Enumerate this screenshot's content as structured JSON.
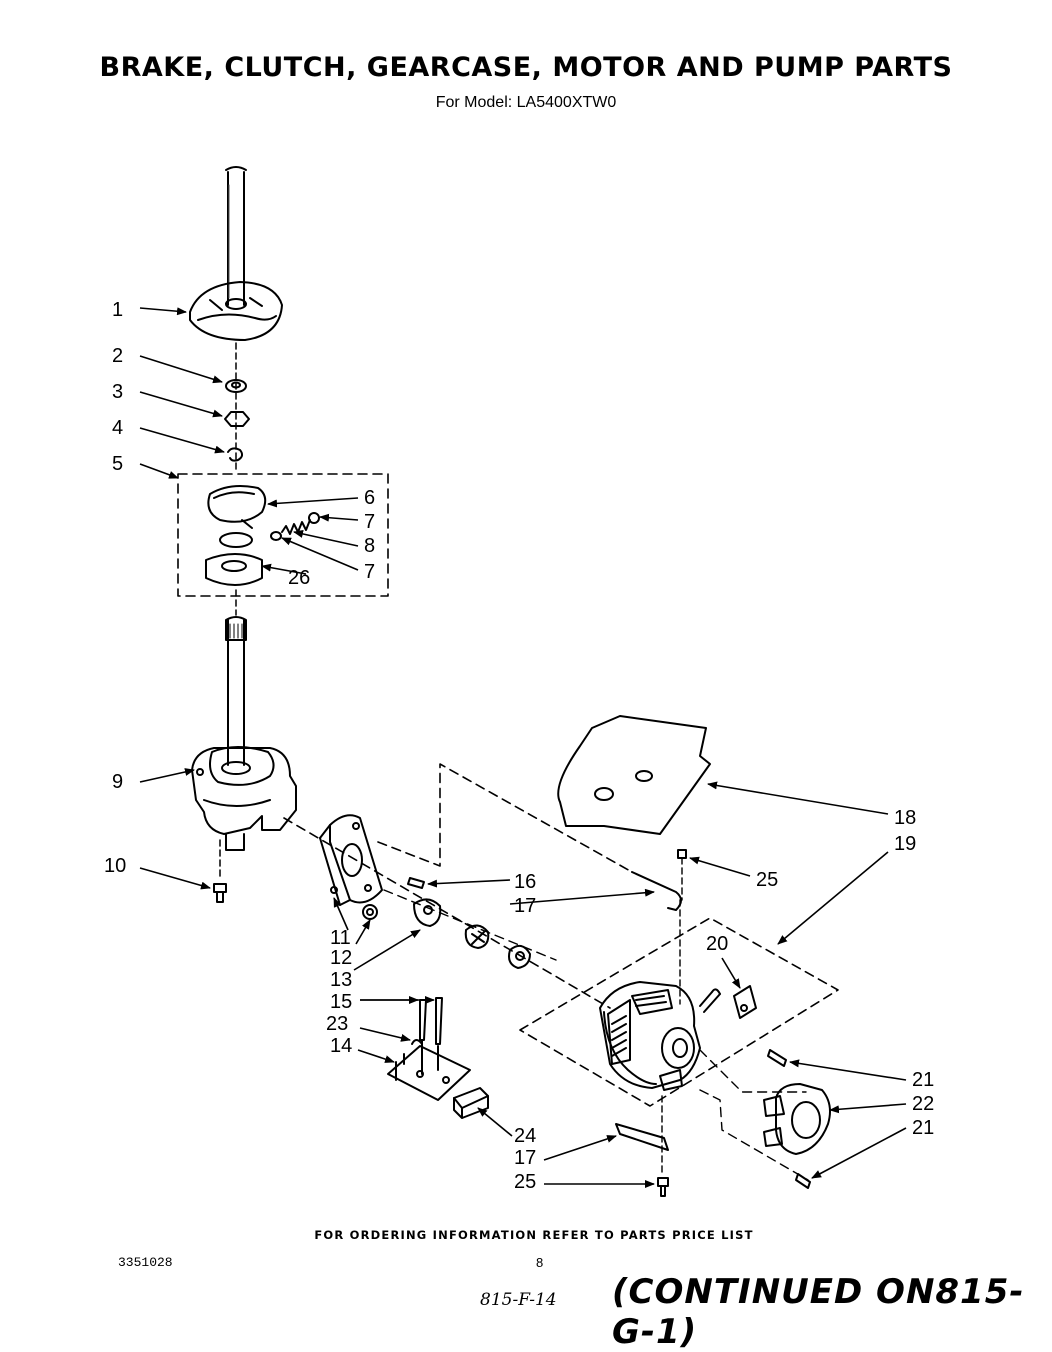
{
  "header": {
    "title": "BRAKE, CLUTCH, GEARCASE, MOTOR AND PUMP PARTS",
    "subtitle": "For Model: LA5400XTW0"
  },
  "footer": {
    "ordering_note": "FOR ORDERING INFORMATION REFER TO PARTS PRICE LIST",
    "document_number": "3351028",
    "page_number": "8",
    "handwritten_ref": "815-F-14",
    "handwritten_continued": "(CONTINUED ON815-G-1)"
  },
  "callouts": {
    "c1": "1",
    "c2": "2",
    "c3": "3",
    "c4": "4",
    "c5": "5",
    "c6": "6",
    "c7a": "7",
    "c8": "8",
    "c7b": "7",
    "c26": "26",
    "c9": "9",
    "c10": "10",
    "c11": "11",
    "c12": "12",
    "c13": "13",
    "c15": "15",
    "c23": "23",
    "c14": "14",
    "c16": "16",
    "c17a": "17",
    "c18": "18",
    "c19": "19",
    "c25a": "25",
    "c20": "20",
    "c21a": "21",
    "c22": "22",
    "c21b": "21",
    "c24": "24",
    "c17b": "17",
    "c25b": "25"
  }
}
